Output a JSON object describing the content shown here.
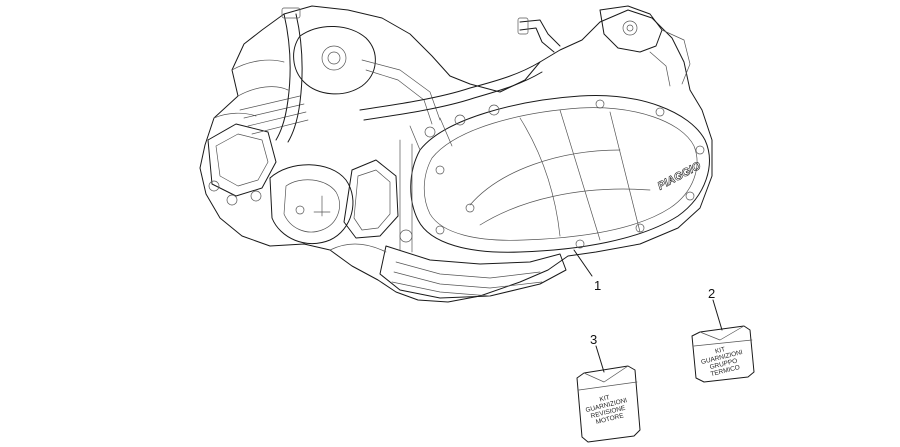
{
  "callouts": [
    {
      "id": "1",
      "label": "1"
    },
    {
      "id": "2",
      "label": "2"
    },
    {
      "id": "3",
      "label": "3"
    }
  ],
  "engine_logo": "PIAGGIO",
  "kit_head_gasket": {
    "lines": [
      "KIT",
      "GUARNIZIONI",
      "GRUPPO",
      "TERMICO"
    ]
  },
  "kit_engine_overhaul": {
    "lines": [
      "KIT",
      "GUARNIZIONI",
      "REVISIONE",
      "MOTORE"
    ]
  }
}
